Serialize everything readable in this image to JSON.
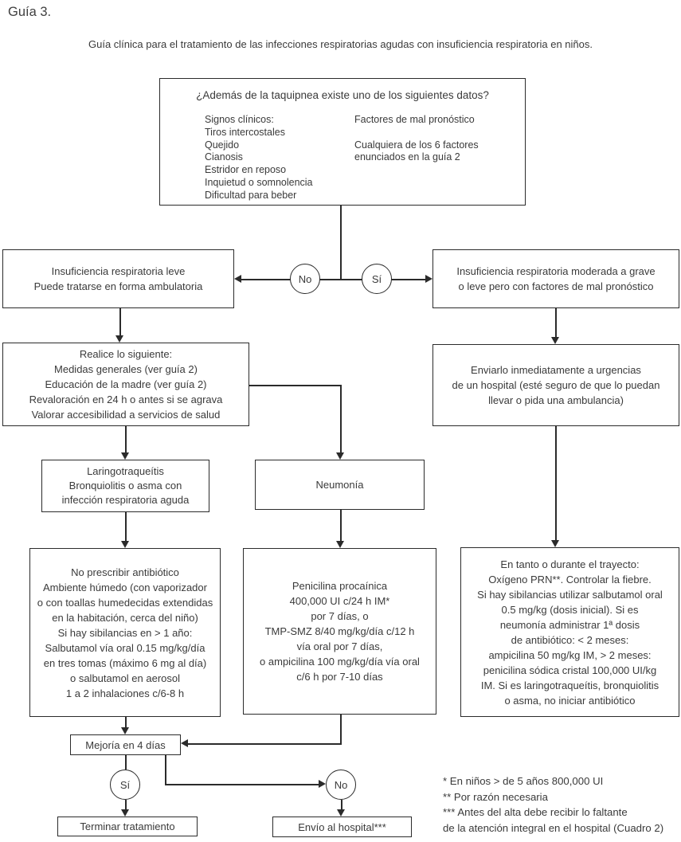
{
  "page": {
    "title": "Guía 3.",
    "subtitle": "Guía clínica para el tratamiento de las infecciones respiratorias agudas con insuficiencia respiratoria en niños."
  },
  "question_box": {
    "question": "¿Además de la taquipnea existe uno de los siguientes datos?",
    "clinical_signs": "Signos clínicos:\nTiros intercostales\nQuejido\nCianosis\nEstridor en reposo\nInquietud o somnolencia\nDificultad para beber",
    "prognostic_factors": "Factores de mal pronóstico\n\nCualquiera de los 6 factores\nenunciados en la guía 2"
  },
  "decisions": {
    "top_no": "No",
    "top_si": "Sí",
    "bottom_si": "Sí",
    "bottom_no": "No"
  },
  "boxes": {
    "leve": "Insuficiencia respiratoria leve\nPuede tratarse en forma ambulatoria",
    "moderada": "Insuficiencia respiratoria moderada a grave\no leve pero con factores de mal pronóstico",
    "realice": "Realice lo siguiente:\nMedidas generales (ver guía 2)\nEducación de la madre (ver guía 2)\nRevaloración en 24 h o antes si se agrava\nValorar accesibilidad a servicios de salud",
    "enviarlo": "Enviarlo inmediatamente a urgencias\nde un hospital (esté seguro de que lo puedan\nllevar o pida una ambulancia)",
    "laringotraqueitis": "Laringotraqueítis\nBronquiolitis o asma con\ninfección respiratoria aguda",
    "neumonia": "Neumonía",
    "tratamiento_ambulatorio": "No prescribir antibiótico\nAmbiente húmedo (con vaporizador\no con toallas humedecidas extendidas\nen la habitación, cerca del niño)\nSi hay sibilancias en > 1 año:\nSalbutamol vía oral 0.15 mg/kg/día\nen tres tomas (máximo 6 mg al día)\no salbutamol en aerosol\n1 a 2 inhalaciones c/6-8 h",
    "tratamiento_neumonia": "Penicilina procaínica\n400,000 UI c/24 h IM*\npor 7 días, o\nTMP-SMZ 8/40 mg/kg/día c/12 h\nvía oral por 7 días,\no ampicilina 100 mg/kg/día vía oral\nc/6 h por 7-10 días",
    "tratamiento_traslado": "En tanto o durante el trayecto:\nOxígeno PRN**. Controlar la fiebre.\nSi hay sibilancias utilizar salbutamol oral\n0.5 mg/kg (dosis inicial). Si es\nneumonía administrar 1ª dosis\nde antibiótico: < 2 meses:\nampicilina 50 mg/kg IM, > 2 meses:\npenicilina sódica cristal 100,000 UI/kg\nIM. Si es laringotraqueítis, bronquiolitis\no asma, no iniciar antibiótico",
    "mejoria": "Mejoría en 4 días",
    "terminar": "Terminar tratamiento",
    "envio_hospital": "Envío al hospital***"
  },
  "footnotes": "* En niños > de 5 años 800,000 UI\n** Por razón necesaria\n*** Antes del alta debe recibir lo faltante\nde la atención integral en el hospital (Cuadro 2)",
  "colors": {
    "line": "#2b2b2b",
    "text": "#3a3a3a",
    "background": "#ffffff"
  }
}
